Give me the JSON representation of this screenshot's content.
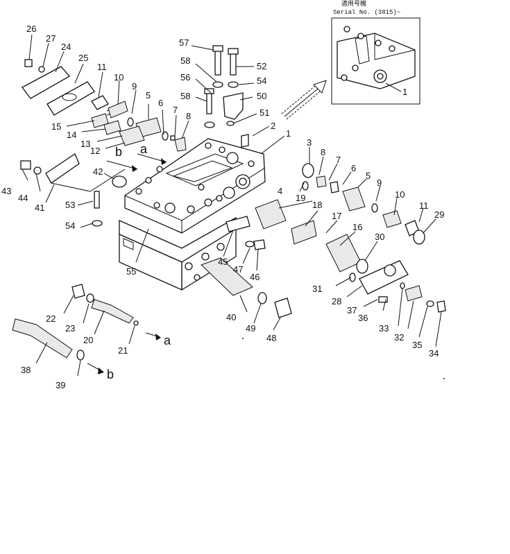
{
  "inset": {
    "serial_kanji": "適用号機",
    "serial_text": "Serial No. (3815)~",
    "part_label": "1"
  },
  "letters": {
    "b_top": "b",
    "a_top": "a",
    "a_bottom": "a",
    "b_bottom": "b"
  },
  "callouts": [
    {
      "id": "c26",
      "text": "26"
    },
    {
      "id": "c27",
      "text": "27"
    },
    {
      "id": "c24",
      "text": "24"
    },
    {
      "id": "c25",
      "text": "25"
    },
    {
      "id": "c11a",
      "text": "11"
    },
    {
      "id": "c10a",
      "text": "10"
    },
    {
      "id": "c9a",
      "text": "9"
    },
    {
      "id": "c5a",
      "text": "5"
    },
    {
      "id": "c6a",
      "text": "6"
    },
    {
      "id": "c7a",
      "text": "7"
    },
    {
      "id": "c8a",
      "text": "8"
    },
    {
      "id": "c15",
      "text": "15"
    },
    {
      "id": "c14",
      "text": "14"
    },
    {
      "id": "c13",
      "text": "13"
    },
    {
      "id": "c12",
      "text": "12"
    },
    {
      "id": "c57",
      "text": "57"
    },
    {
      "id": "c58a",
      "text": "58"
    },
    {
      "id": "c52",
      "text": "52"
    },
    {
      "id": "c56",
      "text": "56"
    },
    {
      "id": "c54a",
      "text": "54"
    },
    {
      "id": "c58b",
      "text": "58"
    },
    {
      "id": "c50",
      "text": "50"
    },
    {
      "id": "c51",
      "text": "51"
    },
    {
      "id": "c2",
      "text": "2"
    },
    {
      "id": "c1",
      "text": "1"
    },
    {
      "id": "c3",
      "text": "3"
    },
    {
      "id": "c8b",
      "text": "8"
    },
    {
      "id": "c7b",
      "text": "7"
    },
    {
      "id": "c6b",
      "text": "6"
    },
    {
      "id": "c5b",
      "text": "5"
    },
    {
      "id": "c9b",
      "text": "9"
    },
    {
      "id": "c10b",
      "text": "10"
    },
    {
      "id": "c11b",
      "text": "11"
    },
    {
      "id": "c29",
      "text": "29"
    },
    {
      "id": "c4",
      "text": "4"
    },
    {
      "id": "c19",
      "text": "19"
    },
    {
      "id": "c18",
      "text": "18"
    },
    {
      "id": "c17",
      "text": "17"
    },
    {
      "id": "c16",
      "text": "16"
    },
    {
      "id": "c30",
      "text": "30"
    },
    {
      "id": "c43",
      "text": "43"
    },
    {
      "id": "c44",
      "text": "44"
    },
    {
      "id": "c41",
      "text": "41"
    },
    {
      "id": "c42",
      "text": "42"
    },
    {
      "id": "c53",
      "text": "53"
    },
    {
      "id": "c54b",
      "text": "54"
    },
    {
      "id": "c55",
      "text": "55"
    },
    {
      "id": "c45",
      "text": "45"
    },
    {
      "id": "c47",
      "text": "47"
    },
    {
      "id": "c46",
      "text": "46"
    },
    {
      "id": "c31",
      "text": "31"
    },
    {
      "id": "c28",
      "text": "28"
    },
    {
      "id": "c37",
      "text": "37"
    },
    {
      "id": "c36",
      "text": "36"
    },
    {
      "id": "c33",
      "text": "33"
    },
    {
      "id": "c32",
      "text": "32"
    },
    {
      "id": "c35",
      "text": "35"
    },
    {
      "id": "c34",
      "text": "34"
    },
    {
      "id": "c22",
      "text": "22"
    },
    {
      "id": "c23",
      "text": "23"
    },
    {
      "id": "c20",
      "text": "20"
    },
    {
      "id": "c21",
      "text": "21"
    },
    {
      "id": "c40",
      "text": "40"
    },
    {
      "id": "c49",
      "text": "49"
    },
    {
      "id": "c48",
      "text": "48"
    },
    {
      "id": "c38",
      "text": "38"
    },
    {
      "id": "c39",
      "text": "39"
    }
  ]
}
